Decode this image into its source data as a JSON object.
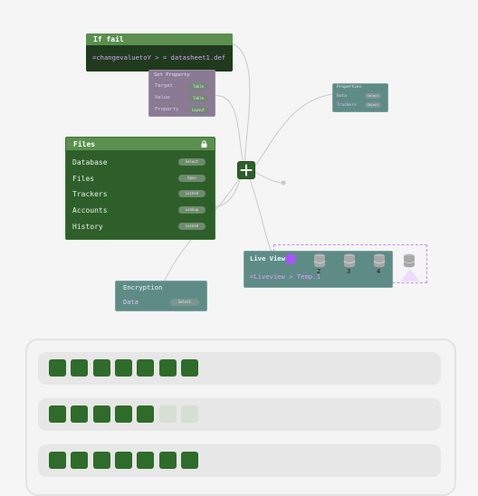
{
  "if_fail": {
    "title": "If fail",
    "formula": "=changevaluetoY > = datasheet1.def"
  },
  "set_property": {
    "title": "Set Property",
    "rows": [
      {
        "label": "Target",
        "value": "Table"
      },
      {
        "label": "Value",
        "value": "Table"
      },
      {
        "label": "Property",
        "value": "Layout"
      }
    ]
  },
  "properties": {
    "title": "Properties",
    "rows": [
      {
        "label": "Data",
        "value": "Select"
      },
      {
        "label": "Trackers",
        "value": "Select"
      }
    ]
  },
  "files": {
    "title": "Files",
    "lock_icon": "lock-icon",
    "rows": [
      {
        "label": "Database",
        "value": "Select"
      },
      {
        "label": "Files",
        "value": "Open"
      },
      {
        "label": "Trackers",
        "value": "Locked"
      },
      {
        "label": "Accounts",
        "value": "Lookup"
      },
      {
        "label": "History",
        "value": "Locked"
      }
    ]
  },
  "hub": {
    "icon": "plus-icon"
  },
  "live_view": {
    "title": "Live View",
    "formula": "=Liveview > Temp.1",
    "db_labels": [
      "2",
      "3",
      "4"
    ]
  },
  "encryption": {
    "title": "Encryption",
    "row_label": "Data",
    "row_value": "Select"
  },
  "progress": {
    "rows": [
      {
        "filled": 7,
        "total": 7
      },
      {
        "filled": 5,
        "total": 7
      },
      {
        "filled": 7,
        "total": 7
      }
    ]
  },
  "colors": {
    "green_dark": "#2e5f2a",
    "green_header": "#5b8f4f",
    "purple_node": "#8a7a94",
    "teal_node": "#5f8b86",
    "accent_purple": "#a855f7"
  }
}
